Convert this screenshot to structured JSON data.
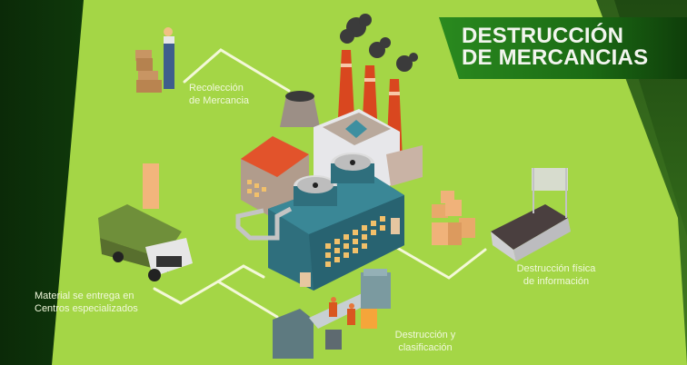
{
  "title": {
    "line1": "DESTRUCCIÓN",
    "line2": "DE MERCANCIAS"
  },
  "steps": [
    {
      "id": "recoleccion",
      "line1": "Recolección",
      "line2": "de Mercancia"
    },
    {
      "id": "entrega",
      "line1": "Material se entrega en",
      "line2": "Centros especializados"
    },
    {
      "id": "clasificacion",
      "line1": "Destrucción y",
      "line2": "clasificación"
    },
    {
      "id": "informacion",
      "line1": "Destrucción física",
      "line2": "de información"
    }
  ],
  "colors": {
    "background": "#a4d646",
    "dark_green": "#0f3a0b",
    "banner_green": "#1b6b14",
    "factory_teal": "#2f6f7d",
    "chimney_red": "#d9471f",
    "roof_red": "#e2532b",
    "window_yellow": "#f2c06a",
    "connector": "#f3f8d8"
  }
}
